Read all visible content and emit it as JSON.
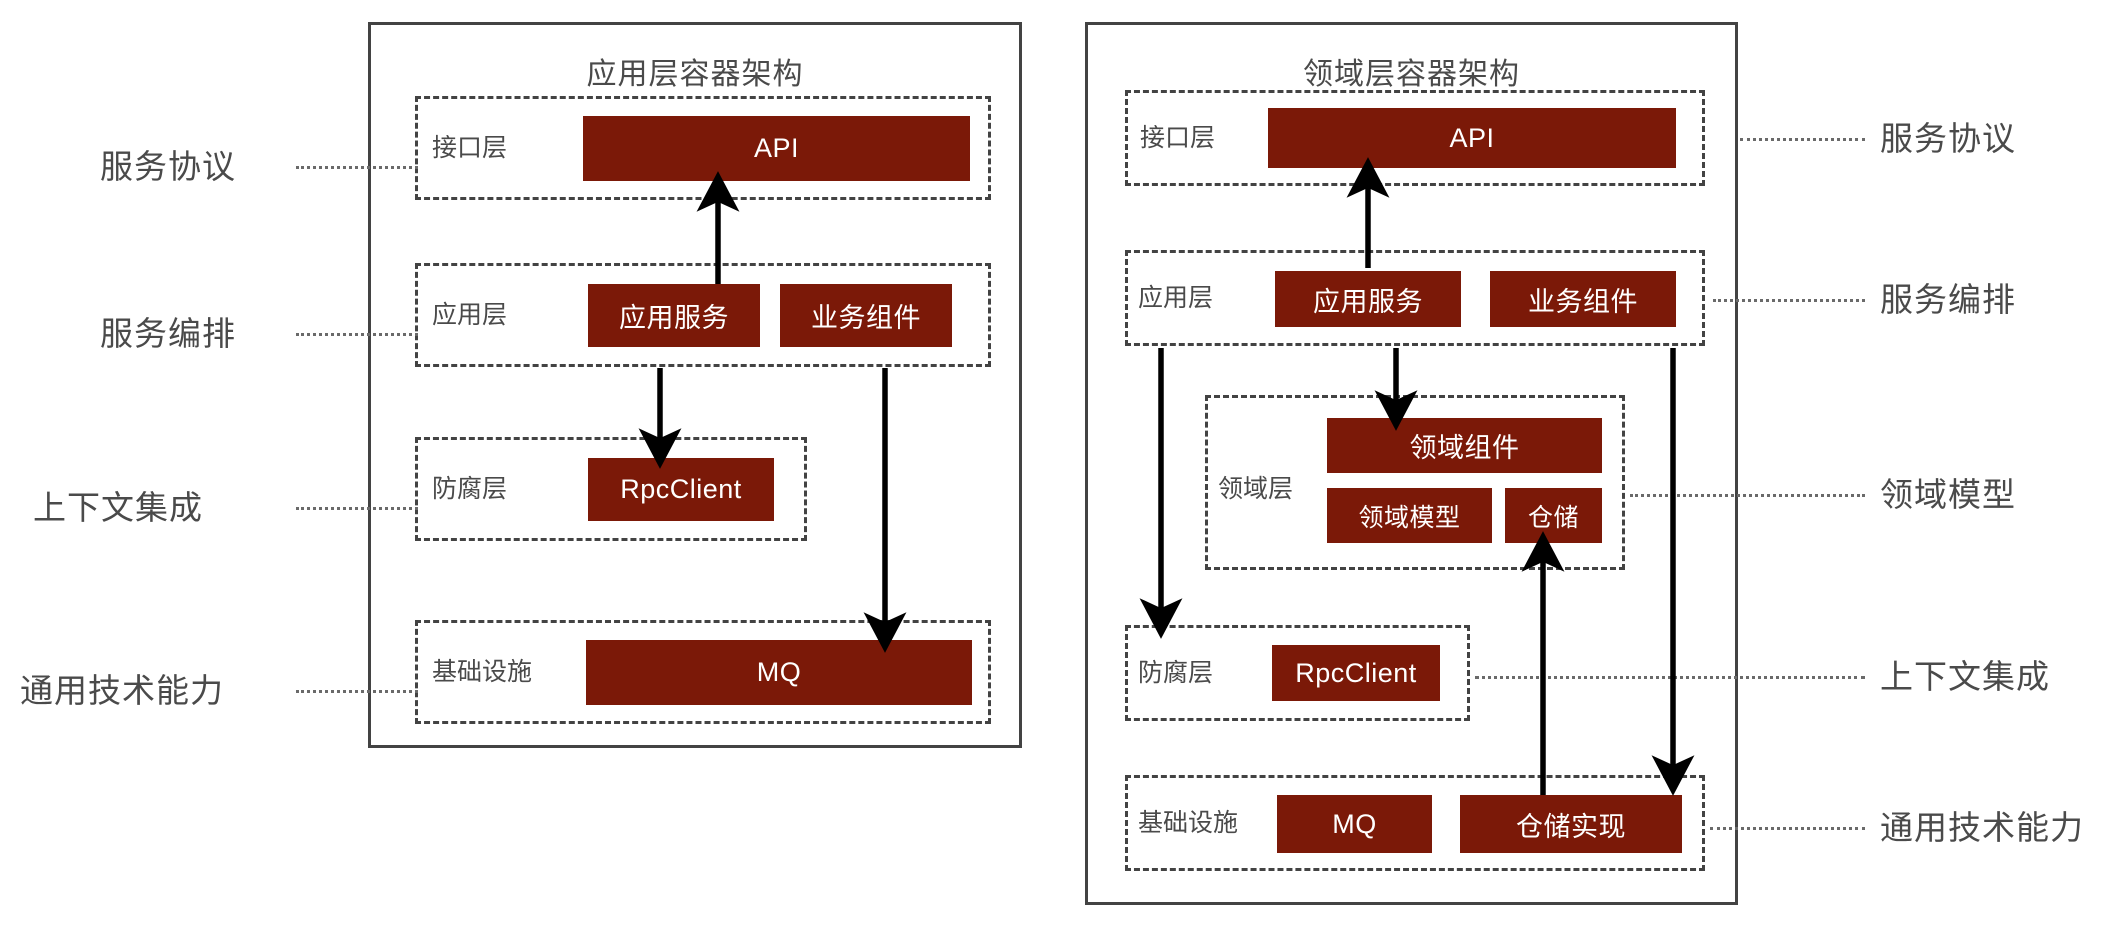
{
  "diagrams": [
    {
      "id": "application-layer",
      "title": "应用层容器架构",
      "layers": [
        {
          "id": "interface",
          "label": "接口层",
          "components": [
            {
              "id": "api",
              "label": "API"
            }
          ]
        },
        {
          "id": "application",
          "label": "应用层",
          "components": [
            {
              "id": "app-service",
              "label": "应用服务"
            },
            {
              "id": "business-component",
              "label": "业务组件"
            }
          ]
        },
        {
          "id": "anti-corruption",
          "label": "防腐层",
          "components": [
            {
              "id": "rpc-client",
              "label": "RpcClient"
            }
          ]
        },
        {
          "id": "infrastructure",
          "label": "基础设施",
          "components": [
            {
              "id": "mq",
              "label": "MQ"
            }
          ]
        }
      ],
      "annotations": [
        {
          "id": "service-protocol",
          "label": "服务协议"
        },
        {
          "id": "service-orchestration",
          "label": "服务编排"
        },
        {
          "id": "context-integration",
          "label": "上下文集成"
        },
        {
          "id": "general-technical-capability",
          "label": "通用技术能力"
        }
      ]
    },
    {
      "id": "domain-layer",
      "title": "领域层容器架构",
      "layers": [
        {
          "id": "interface",
          "label": "接口层",
          "components": [
            {
              "id": "api",
              "label": "API"
            }
          ]
        },
        {
          "id": "application",
          "label": "应用层",
          "components": [
            {
              "id": "app-service",
              "label": "应用服务"
            },
            {
              "id": "business-component",
              "label": "业务组件"
            }
          ]
        },
        {
          "id": "domain",
          "label": "领域层",
          "components": [
            {
              "id": "domain-component",
              "label": "领域组件"
            },
            {
              "id": "domain-model",
              "label": "领域模型"
            },
            {
              "id": "repository",
              "label": "仓储"
            }
          ]
        },
        {
          "id": "anti-corruption",
          "label": "防腐层",
          "components": [
            {
              "id": "rpc-client",
              "label": "RpcClient"
            }
          ]
        },
        {
          "id": "infrastructure",
          "label": "基础设施",
          "components": [
            {
              "id": "mq",
              "label": "MQ"
            },
            {
              "id": "repository-impl",
              "label": "仓储实现"
            }
          ]
        }
      ],
      "annotations": [
        {
          "id": "service-protocol",
          "label": "服务协议"
        },
        {
          "id": "service-orchestration",
          "label": "服务编排"
        },
        {
          "id": "domain-model",
          "label": "领域模型"
        },
        {
          "id": "context-integration",
          "label": "上下文集成"
        },
        {
          "id": "general-technical-capability",
          "label": "通用技术能力"
        }
      ]
    }
  ],
  "colors": {
    "component_fill": "#7B1908",
    "component_text": "#FFFFFF",
    "panel_border": "#434343",
    "layer_border": "#434343",
    "label_text": "#4A4A4A",
    "leader_line": "#6A6A6A",
    "arrow": "#000000",
    "background": "#FFFFFF"
  }
}
